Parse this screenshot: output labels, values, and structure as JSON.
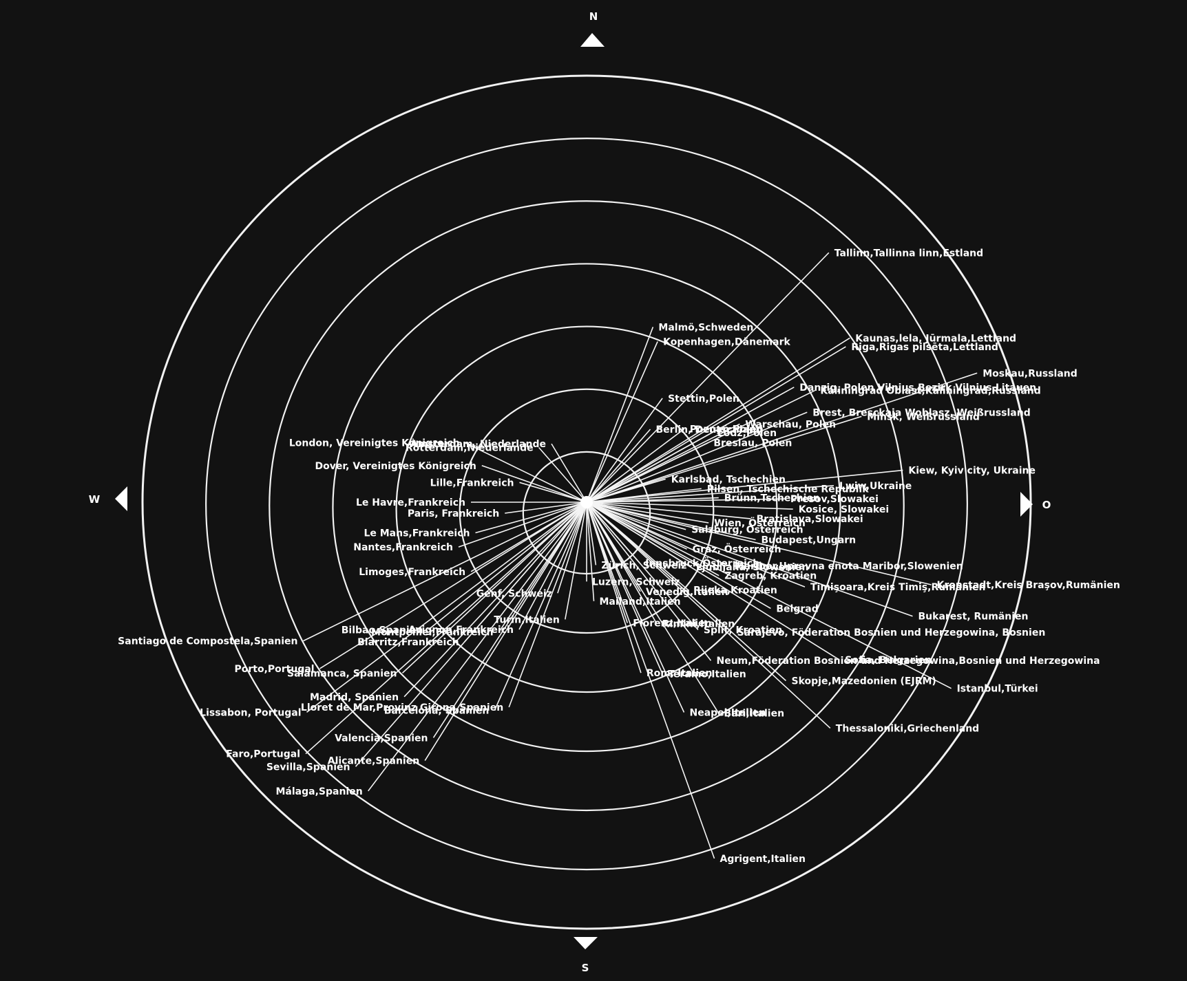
{
  "compass": {
    "north": "N",
    "south": "S",
    "west": "W",
    "east": "O"
  },
  "colors": {
    "background": "#121212",
    "foreground": "#ffffff"
  },
  "distance_rings": 7,
  "cities": [
    {
      "label": "Tallinn,Tallinna linn,Estland",
      "bearing_deg": 43,
      "distance_ratio": 0.86
    },
    {
      "label": "Kaunas,lela, Jūrmala,Lettland",
      "bearing_deg": 57,
      "distance_ratio": 0.76
    },
    {
      "label": "Riga,Rigas pilsēta,Lettland",
      "bearing_deg": 58,
      "distance_ratio": 0.74
    },
    {
      "label": "Moskau,Russland",
      "bearing_deg": 71,
      "distance_ratio": 1.0
    },
    {
      "label": "Kaliningrad Oblast,Kaliningrad,Russland",
      "bearing_deg": 63,
      "distance_ratio": 0.62
    },
    {
      "label": "Danzig, Polen Vilnius,Bezirk Vilnius,Litauen",
      "bearing_deg": 60,
      "distance_ratio": 0.58
    },
    {
      "label": "Malmö,Schweden",
      "bearing_deg": 20,
      "distance_ratio": 0.47
    },
    {
      "label": "Kopenhagen,Dänemark",
      "bearing_deg": 23,
      "distance_ratio": 0.44
    },
    {
      "label": "Minsk, Weißrussland",
      "bearing_deg": 72,
      "distance_ratio": 0.7
    },
    {
      "label": "Stettin,Polen",
      "bearing_deg": 35,
      "distance_ratio": 0.32
    },
    {
      "label": "Berlin, Deutschland",
      "bearing_deg": 40,
      "distance_ratio": 0.24
    },
    {
      "label": "Warschau, Polen",
      "bearing_deg": 62,
      "distance_ratio": 0.42
    },
    {
      "label": "Brest, Bresckaja Woblasz, Weißrussland",
      "bearing_deg": 67,
      "distance_ratio": 0.58
    },
    {
      "label": "Poznań,Polen",
      "bearing_deg": 52,
      "distance_ratio": 0.3
    },
    {
      "label": "Łódź,Polen",
      "bearing_deg": 60,
      "distance_ratio": 0.35
    },
    {
      "label": "Breslau, Polen",
      "bearing_deg": 63,
      "distance_ratio": 0.33
    },
    {
      "label": "Kiew, Kyiv city, Ukraine",
      "bearing_deg": 84,
      "distance_ratio": 0.77
    },
    {
      "label": "Karlsbad, Tschechien",
      "bearing_deg": 73,
      "distance_ratio": 0.2
    },
    {
      "label": "Lwiw,Ukraine",
      "bearing_deg": 86,
      "distance_ratio": 0.6
    },
    {
      "label": "Pilsen, Tschechische Republik",
      "bearing_deg": 83,
      "distance_ratio": 0.28
    },
    {
      "label": "Brünn,Tschechien",
      "bearing_deg": 88,
      "distance_ratio": 0.32
    },
    {
      "label": "Presov,Slowakei",
      "bearing_deg": 89,
      "distance_ratio": 0.48
    },
    {
      "label": "Kosice, Slowakei",
      "bearing_deg": 92,
      "distance_ratio": 0.5
    },
    {
      "label": "Bratislava,Slowakei",
      "bearing_deg": 96,
      "distance_ratio": 0.4
    },
    {
      "label": "Budapest,Ungarn",
      "bearing_deg": 103,
      "distance_ratio": 0.42
    },
    {
      "label": "Salzburg, Österreich",
      "bearing_deg": 106,
      "distance_ratio": 0.25
    },
    {
      "label": "Graz, Österreich",
      "bearing_deg": 116,
      "distance_ratio": 0.27
    },
    {
      "label": "Maribor,Upravna enota Maribor,Slowenien",
      "bearing_deg": 115,
      "distance_ratio": 0.38
    },
    {
      "label": "Ljubljana, Slowenien",
      "bearing_deg": 123,
      "distance_ratio": 0.3
    },
    {
      "label": "Zagreb, Kroatien",
      "bearing_deg": 120,
      "distance_ratio": 0.37
    },
    {
      "label": "Timişoara,Kreis Timiş,Rumänien",
      "bearing_deg": 112,
      "distance_ratio": 0.57
    },
    {
      "label": "Kronstadt,Kreis Braşov,Rumänien",
      "bearing_deg": 104,
      "distance_ratio": 0.86
    },
    {
      "label": "Bukarest, Rumänien",
      "bearing_deg": 110,
      "distance_ratio": 0.84
    },
    {
      "label": "Belgrad",
      "bearing_deg": 121,
      "distance_ratio": 0.52
    },
    {
      "label": "Rijeka,Kroatien",
      "bearing_deg": 132,
      "distance_ratio": 0.33
    },
    {
      "label": "Sarajevo, Föderation Bosnien und Herzegowina, Bosnien",
      "bearing_deg": 133,
      "distance_ratio": 0.48
    },
    {
      "label": "Split, Kroatien",
      "bearing_deg": 140,
      "distance_ratio": 0.42
    },
    {
      "label": "Sofia, Bulgarien",
      "bearing_deg": 123,
      "distance_ratio": 0.73
    },
    {
      "label": "Neum,Föderation Bosnien und Herzegowina,Bosnien und Herzegowina",
      "bearing_deg": 143,
      "distance_ratio": 0.5
    },
    {
      "label": "Skopje,Mazedonien (EJRM)",
      "bearing_deg": 133,
      "distance_ratio": 0.66
    },
    {
      "label": "Istanbul,Türkei",
      "bearing_deg": 118,
      "distance_ratio": 1.0
    },
    {
      "label": "Thessaloniki,Griechenland",
      "bearing_deg": 134,
      "distance_ratio": 0.82
    },
    {
      "label": "Rimini,Italien",
      "bearing_deg": 151,
      "distance_ratio": 0.35
    },
    {
      "label": "Teramo,Italien",
      "bearing_deg": 157,
      "distance_ratio": 0.47
    },
    {
      "label": "Bari,Italien",
      "bearing_deg": 149,
      "distance_ratio": 0.62
    },
    {
      "label": "Neapel,Italien",
      "bearing_deg": 156,
      "distance_ratio": 0.58
    },
    {
      "label": "Rom, Italien",
      "bearing_deg": 163,
      "distance_ratio": 0.45
    },
    {
      "label": "Agrigent,Italien",
      "bearing_deg": 161,
      "distance_ratio": 0.95
    },
    {
      "label": "Turin,Italien",
      "bearing_deg": 190,
      "distance_ratio": 0.3
    },
    {
      "label": "Mailand,Italien",
      "bearing_deg": 176,
      "distance_ratio": 0.25
    },
    {
      "label": "Lloret de Mar,Provinz Girona,Spanien",
      "bearing_deg": 200,
      "distance_ratio": 0.55
    },
    {
      "label": "Barcelona, Spanien",
      "bearing_deg": 203,
      "distance_ratio": 0.57
    },
    {
      "label": "Valencia,Spanien",
      "bearing_deg": 212,
      "distance_ratio": 0.7
    },
    {
      "label": "Alicante,Spanien",
      "bearing_deg": 211,
      "distance_ratio": 0.76
    },
    {
      "label": "Málaga,Spanien",
      "bearing_deg": 216,
      "distance_ratio": 0.9
    },
    {
      "label": "Sevilla,Spanien",
      "bearing_deg": 220,
      "distance_ratio": 0.87
    },
    {
      "label": "Faro,Portugal",
      "bearing_deg": 227,
      "distance_ratio": 0.93
    },
    {
      "label": "Lissabon, Portugal",
      "bearing_deg": 232,
      "distance_ratio": 0.86
    },
    {
      "label": "Madrid, Spanien",
      "bearing_deg": 222,
      "distance_ratio": 0.66
    },
    {
      "label": "Salamanca, Spanien",
      "bearing_deg": 226,
      "distance_ratio": 0.62
    },
    {
      "label": "Porto,Portugal",
      "bearing_deg": 237,
      "distance_ratio": 0.77
    },
    {
      "label": "Santiago de Compostela,Spanien",
      "bearing_deg": 243,
      "distance_ratio": 0.77
    },
    {
      "label": "Bilbao,Spanien",
      "bearing_deg": 230,
      "distance_ratio": 0.5
    },
    {
      "label": "Biarritz,Frankreich",
      "bearing_deg": 220,
      "distance_ratio": 0.46
    },
    {
      "label": "Avignon,Frankreich",
      "bearing_deg": 207,
      "distance_ratio": 0.36
    },
    {
      "label": "Montpellier,Frankreich",
      "bearing_deg": 213,
      "distance_ratio": 0.39
    },
    {
      "label": "Limoges,Frankreich",
      "bearing_deg": 238,
      "distance_ratio": 0.33
    },
    {
      "label": "Nantes,Frankreich",
      "bearing_deg": 250,
      "distance_ratio": 0.33
    },
    {
      "label": "Le Mans,Frankreich",
      "bearing_deg": 254,
      "distance_ratio": 0.28
    },
    {
      "label": "Paris, Frankreich",
      "bearing_deg": 262,
      "distance_ratio": 0.2
    },
    {
      "label": "Le Havre,Frankreich",
      "bearing_deg": 270,
      "distance_ratio": 0.28
    },
    {
      "label": "Lille,Frankreich",
      "bearing_deg": 287,
      "distance_ratio": 0.17
    },
    {
      "label": "Dover, Vereinigtes Königreich",
      "bearing_deg": 290,
      "distance_ratio": 0.27
    },
    {
      "label": "London, Vereinigtes Königreich",
      "bearing_deg": 297,
      "distance_ratio": 0.33
    },
    {
      "label": "Amsterdam, Niederlande",
      "bearing_deg": 330,
      "distance_ratio": 0.17
    },
    {
      "label": "Rotterdam,Niederlande",
      "bearing_deg": 320,
      "distance_ratio": 0.18
    },
    {
      "label": "Luzern, Schweiz",
      "bearing_deg": 180,
      "distance_ratio": 0.2
    },
    {
      "label": "Zürich, Schweiz",
      "bearing_deg": 172,
      "distance_ratio": 0.16
    },
    {
      "label": "Genf, Schweiz",
      "bearing_deg": 197,
      "distance_ratio": 0.24
    },
    {
      "label": "Innsbruck,Österreich",
      "bearing_deg": 140,
      "distance_ratio": 0.2
    },
    {
      "label": "Wien, Österreich",
      "bearing_deg": 100,
      "distance_ratio": 0.3
    },
    {
      "label": "Venedig,Italien",
      "bearing_deg": 150,
      "distance_ratio": 0.26
    },
    {
      "label": "Florenz,Italien",
      "bearing_deg": 162,
      "distance_ratio": 0.32
    }
  ]
}
